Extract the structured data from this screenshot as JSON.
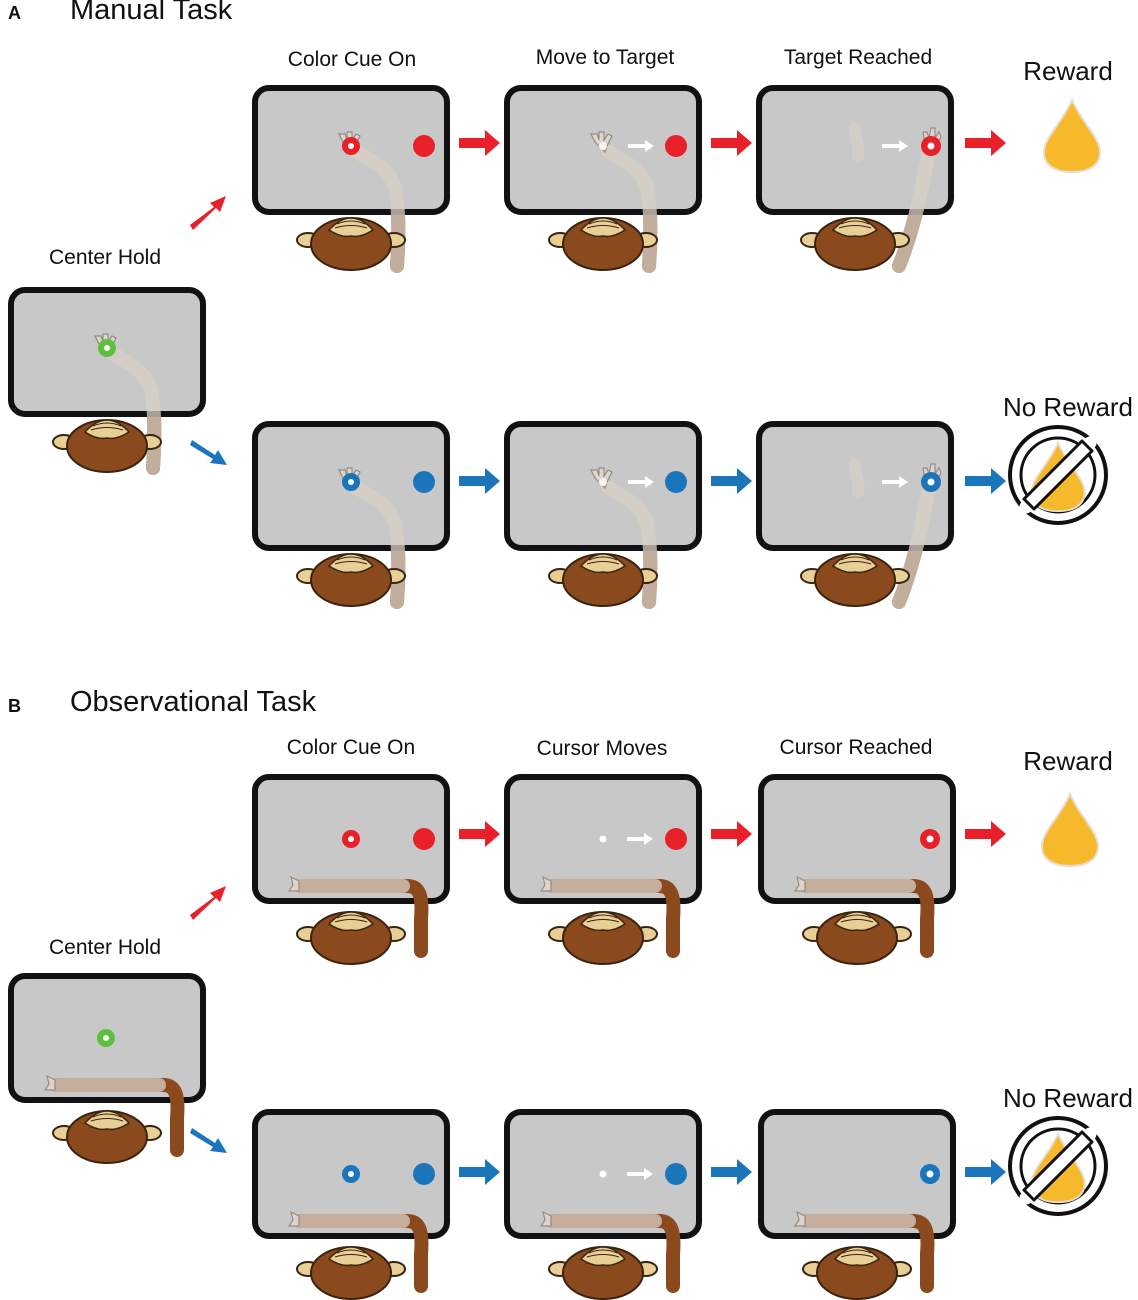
{
  "panels": [
    {
      "label": "A",
      "title": "Manual Task",
      "center_hold": "Center Hold",
      "steps": [
        "Color Cue On",
        "Move to Target",
        "Target Reached"
      ],
      "reward": "Reward",
      "no_reward": "No Reward"
    },
    {
      "label": "B",
      "title": "Observational Task",
      "center_hold": "Center Hold",
      "steps": [
        "Color Cue On",
        "Cursor Moves",
        "Cursor Reached"
      ],
      "reward": "Reward",
      "no_reward": "No Reward"
    }
  ],
  "colors": {
    "red": "#e8202a",
    "blue": "#1b75bb",
    "green": "#5ebf3f",
    "screen": "#c8c8c8",
    "monkey_fur": "#8b4a1e",
    "monkey_face": "#e8cf95",
    "arm_translucent": "#d8d0c6",
    "reward_drop": "#f6b92b"
  },
  "icons": {
    "manual_hand": "hand-reaching-icon",
    "observer": "monkey-icon",
    "reward": "juice-drop-icon",
    "no_reward": "no-juice-icon"
  }
}
